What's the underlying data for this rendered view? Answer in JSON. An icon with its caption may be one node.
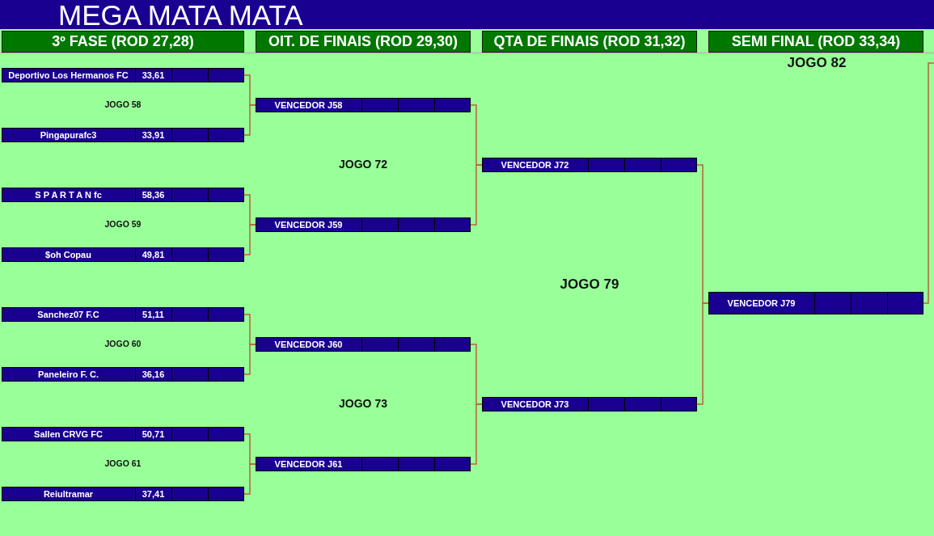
{
  "diagram": {
    "title": "MEGA MATA MATA",
    "nodes": [
      {
        "text": [
          "3º FASE (ROD 27,28)"
        ]
      },
      {
        "text": [
          "OIT. DE FINAIS (ROD 29,30)"
        ]
      },
      {
        "text": [
          "QTA DE FINAIS (ROD 31,32)"
        ]
      },
      {
        "text": [
          "SEMI FINAL (ROD 33,34)"
        ]
      },
      {
        "text": [
          "Deportivo Los Hermanos FC",
          "33,61"
        ]
      },
      {
        "text": [
          "Pingapurafc3",
          "33,91"
        ]
      },
      {
        "text": [
          "S P A R T A N fc",
          "58,36"
        ]
      },
      {
        "text": [
          "$oh Copau",
          "49,81"
        ]
      },
      {
        "text": [
          "Sanchez07 F.C",
          "51,11"
        ]
      },
      {
        "text": [
          "Paneleiro F. C.",
          "36,16"
        ]
      },
      {
        "text": [
          "Sallen CRVG FC",
          "50,71"
        ]
      },
      {
        "text": [
          "Reiultramar",
          "37,41"
        ]
      },
      {
        "text": [
          "VENCEDOR J58"
        ]
      },
      {
        "text": [
          "VENCEDOR J59"
        ]
      },
      {
        "text": [
          "VENCEDOR J60"
        ]
      },
      {
        "text": [
          "VENCEDOR J61"
        ]
      },
      {
        "text": [
          "VENCEDOR J72"
        ]
      },
      {
        "text": [
          "VENCEDOR J73"
        ]
      },
      {
        "text": [
          "VENCEDOR J79"
        ]
      }
    ],
    "edges": [
      {
        "from": 4,
        "to": 12,
        "arrow": "none"
      },
      {
        "from": 5,
        "to": 12,
        "arrow": "none"
      },
      {
        "from": 6,
        "to": 13,
        "arrow": "none"
      },
      {
        "from": 7,
        "to": 13,
        "arrow": "none"
      },
      {
        "from": 8,
        "to": 14,
        "arrow": "none"
      },
      {
        "from": 9,
        "to": 14,
        "arrow": "none"
      },
      {
        "from": 10,
        "to": 15,
        "arrow": "none"
      },
      {
        "from": 11,
        "to": 15,
        "arrow": "none"
      },
      {
        "from": 12,
        "to": 16,
        "arrow": "none"
      },
      {
        "from": 13,
        "to": 16,
        "arrow": "none"
      },
      {
        "from": 14,
        "to": 17,
        "arrow": "none"
      },
      {
        "from": 15,
        "to": 17,
        "arrow": "none"
      },
      {
        "from": 16,
        "to": 18,
        "arrow": "none"
      },
      {
        "from": 17,
        "to": 18,
        "arrow": "none"
      },
      {
        "from": 18,
        "to": null,
        "arrow": "none"
      }
    ],
    "labels": [
      "JOGO 82",
      "JOGO 58",
      "JOGO 72",
      "JOGO 59",
      "JOGO 79",
      "JOGO 60",
      "JOGO 73",
      "JOGO 61"
    ]
  }
}
